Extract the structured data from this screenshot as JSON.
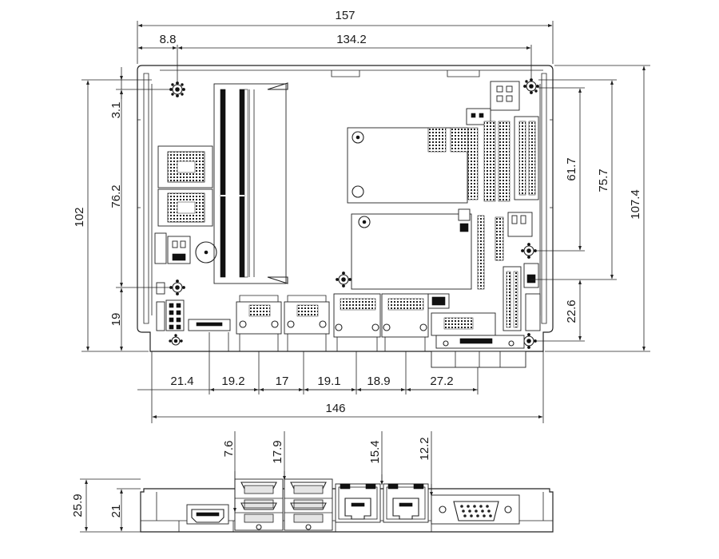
{
  "top_view": {
    "dims": {
      "width_157": "157",
      "width_134_2": "134.2",
      "offset_8_8": "8.8",
      "height_102": "102",
      "height_76_2": "76.2",
      "offset_3_1": "3.1",
      "offset_19": "19",
      "height_107_4": "107.4",
      "height_75_7": "75.7",
      "height_61_7": "61.7",
      "offset_22_6": "22.6",
      "width_146": "146"
    },
    "bottom_dims": [
      "21.4",
      "19.2",
      "17",
      "19.1",
      "18.9",
      "27.2"
    ]
  },
  "side_view": {
    "dims": {
      "height_25_9": "25.9",
      "height_21": "21",
      "hdmi_7_6": "7.6",
      "usb_17_9": "17.9",
      "lan_15_4": "15.4",
      "vga_12_2": "12.2"
    }
  }
}
